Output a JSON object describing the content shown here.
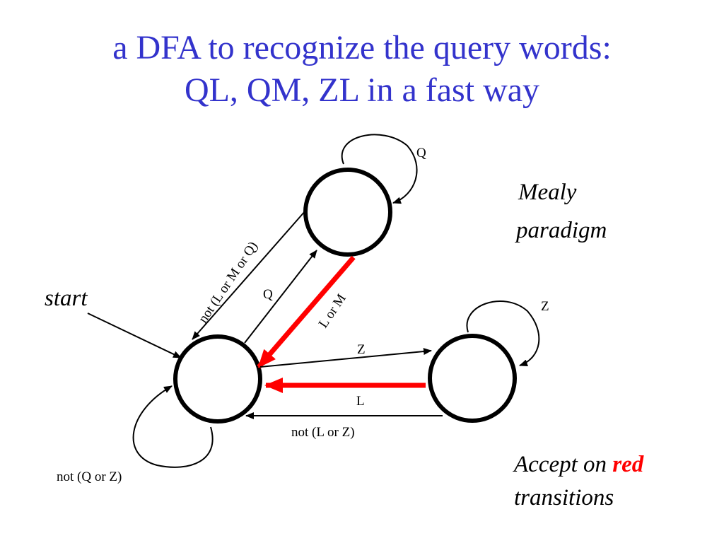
{
  "colors": {
    "title": "#3333cc",
    "accept": "#ff0000",
    "ink": "#000000"
  },
  "title": {
    "line1": "a DFA to recognize the query words:",
    "line2": "QL, QM, ZL in a fast way"
  },
  "diagram": {
    "start": "start",
    "note": {
      "line1": "Mealy",
      "line2": "paradigm"
    },
    "accept": {
      "prefix": "Accept on ",
      "red_word": "red",
      "line2": "transitions"
    },
    "edges": {
      "q_self": "Q",
      "z_self": "Z",
      "start_self": "not (Q or Z)",
      "start_to_q": "Q",
      "q_to_start": "not (L or M or Q)",
      "q_to_start_accept": "L or M",
      "start_to_z": "Z",
      "z_to_start_accept": "L",
      "z_to_start": "not (L or Z)"
    }
  }
}
